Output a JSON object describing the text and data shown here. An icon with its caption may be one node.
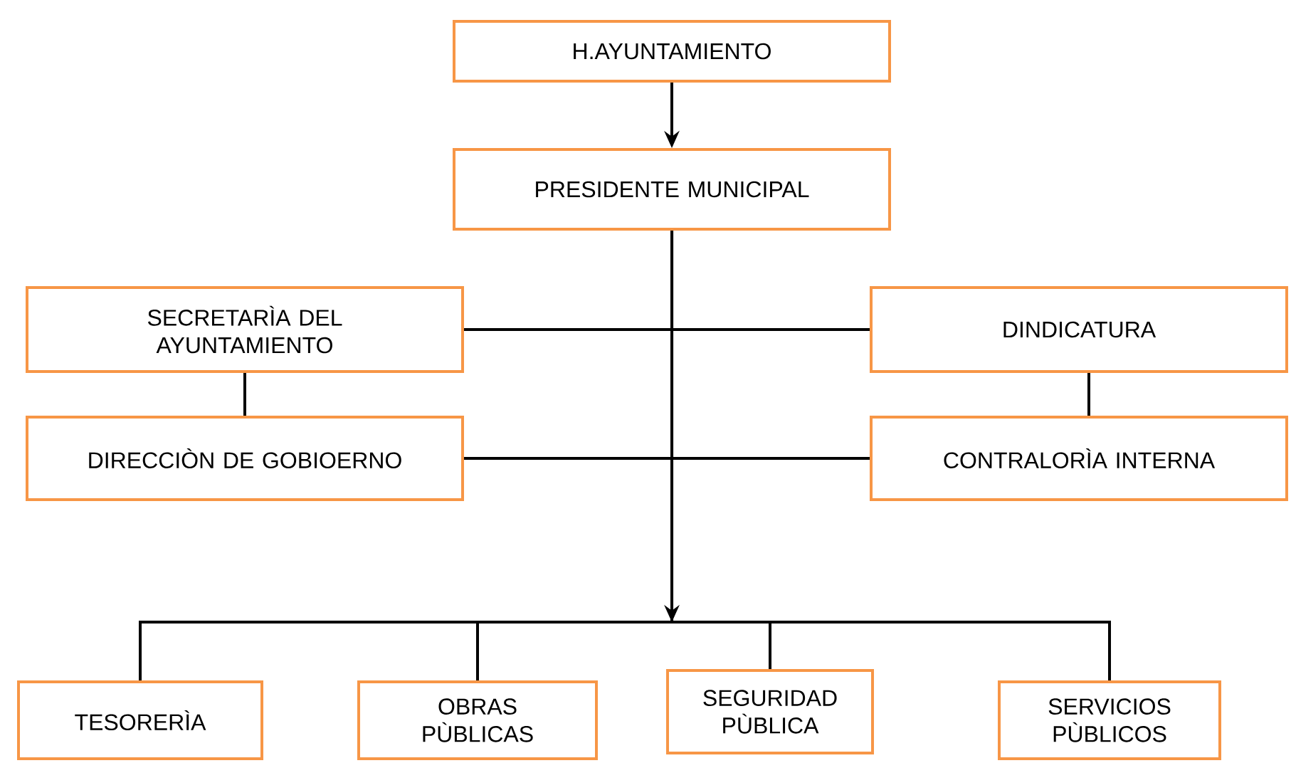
{
  "diagram": {
    "nodes": [
      {
        "text": [
          "H.AYUNTAMIENTO"
        ]
      },
      {
        "text": [
          "PRESIDENTE MUNICIPAL"
        ]
      },
      {
        "text": [
          "SECRETARÌA DEL AYUNTAMIENTO"
        ]
      },
      {
        "text": [
          "DINDICATURA"
        ]
      },
      {
        "text": [
          "DIRECCIÒN DE GOBIOERNO"
        ]
      },
      {
        "text": [
          "CONTRALORÌA INTERNA"
        ]
      },
      {
        "text": [
          "TESORERÌA"
        ]
      },
      {
        "text": [
          "OBRAS PÙBLICAS"
        ]
      },
      {
        "text": [
          "SEGURIDAD PÙBLICA"
        ]
      },
      {
        "text": [
          "SERVICIOS PÙBLICOS"
        ]
      }
    ],
    "edges": [
      {
        "from": 0,
        "to": 1,
        "arrow": "to"
      },
      {
        "from": 1,
        "to": 2,
        "arrow": "none"
      },
      {
        "from": 1,
        "to": 3,
        "arrow": "none"
      },
      {
        "from": 1,
        "to": 4,
        "arrow": "none"
      },
      {
        "from": 1,
        "to": 5,
        "arrow": "none"
      },
      {
        "from": 2,
        "to": 4,
        "arrow": "none"
      },
      {
        "from": 3,
        "to": 5,
        "arrow": "none"
      },
      {
        "from": 1,
        "to": null,
        "arrow": "to"
      },
      {
        "from": 1,
        "to": 6,
        "arrow": "none"
      },
      {
        "from": 1,
        "to": 7,
        "arrow": "none"
      },
      {
        "from": 1,
        "to": 8,
        "arrow": "none"
      },
      {
        "from": 1,
        "to": 9,
        "arrow": "none"
      }
    ]
  }
}
